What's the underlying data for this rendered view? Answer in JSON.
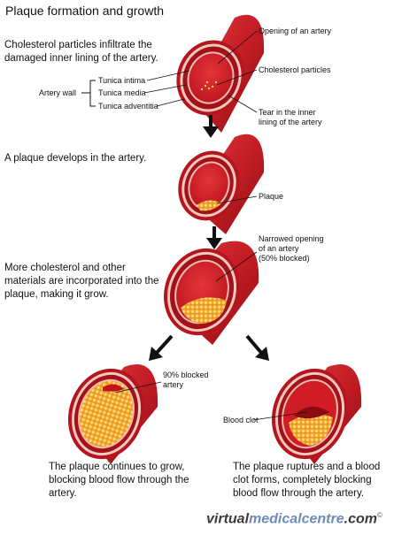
{
  "title": "Plaque formation and growth",
  "steps": [
    {
      "text": "Cholesterol particles infiltrate the damaged inner lining of the artery."
    },
    {
      "text": "A plaque develops in the artery."
    },
    {
      "text": "More cholesterol and other materials are incorporated into the plaque, making it grow."
    },
    {
      "text": "The plaque continues to grow, blocking blood flow through the artery."
    },
    {
      "text": "The plaque ruptures and a blood clot forms, completely blocking blood flow through the artery."
    }
  ],
  "artery_wall": {
    "label": "Artery wall",
    "layers": [
      "Tunica intima",
      "Tunica media",
      "Tunica adventitia"
    ]
  },
  "labels": {
    "opening": "Opening of an artery",
    "cholesterol": "Cholesterol particles",
    "tear_line1": "Tear in the inner",
    "tear_line2": "lining of the artery",
    "plaque": "Plaque",
    "narrowed_line1": "Narrowed opening",
    "narrowed_line2": "of an artery",
    "narrowed_line3": "(50% blocked)",
    "blocked90_line1": "90% blocked",
    "blocked90_line2": "artery",
    "clot": "Blood clot"
  },
  "logo": {
    "part1": "virtual",
    "part2": "medicalcentre",
    "part3": ".com",
    "mark": "©"
  },
  "colors": {
    "artery_outer": "#c8202a",
    "artery_wall": "#9e1318",
    "lumen": "#d8222b",
    "plaque": "#f0a020",
    "clot": "#7a0a0e"
  }
}
